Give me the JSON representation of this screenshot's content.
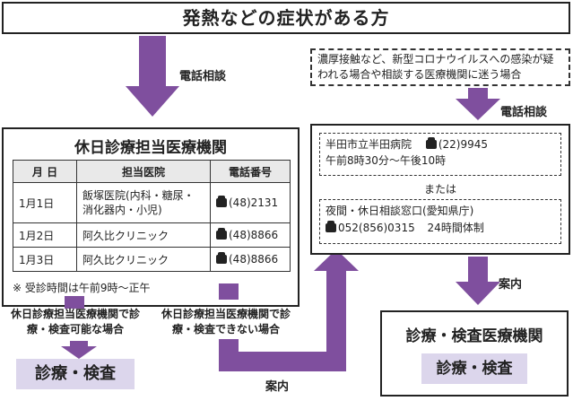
{
  "title": "発熱などの症状がある方",
  "phone_consult": "電話相談",
  "right_note": "濃厚接触など、新型コロナウイルスへの感染が疑われる場合や相談する医療機関に迷う場合",
  "holiday": {
    "heading": "休日診療担当医療機関",
    "columns": [
      "月 日",
      "担当医院",
      "電話番号"
    ],
    "rows": [
      {
        "date": "1月1日",
        "clinic": "飯塚医院(内科・糖尿・消化器内・小児)",
        "phone": "(48)2131"
      },
      {
        "date": "1月2日",
        "clinic": "阿久比クリニック",
        "phone": "(48)8866"
      },
      {
        "date": "1月3日",
        "clinic": "阿久比クリニック",
        "phone": "(48)8866"
      }
    ],
    "note": "※ 受診時間は午前9時〜正午"
  },
  "branch_yes": "休日診療担当医療機関で診療・検査可能な場合",
  "branch_no": "休日診療担当医療機関で診療・検査できない場合",
  "exam_label": "診療・検査",
  "annai": "案内",
  "handa": {
    "line1": "半田市立半田病院",
    "phone": "(22)9945",
    "line2": "午前8時30分〜午後10時"
  },
  "or_text": "または",
  "night": {
    "line1": "夜間・休日相談窓口(愛知県庁)",
    "phone": "052(856)0315",
    "hours": "24時間体制"
  },
  "exam_institution": "診療・検査医療機関",
  "colors": {
    "arrow": "#7f4f9e",
    "fill": "#dcd6ec"
  }
}
